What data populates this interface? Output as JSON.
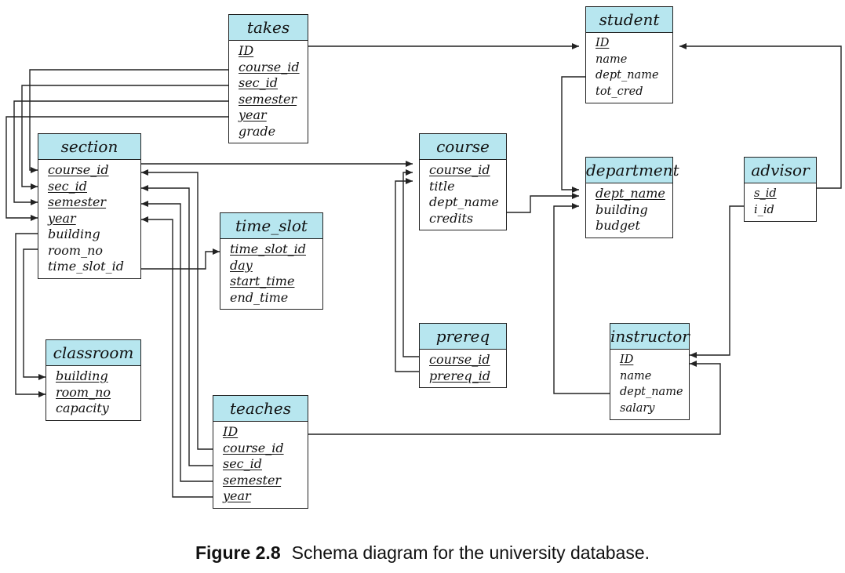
{
  "tables": {
    "takes": {
      "name": "takes",
      "attrs": [
        {
          "text": "ID",
          "pk": true
        },
        {
          "text": "course_id",
          "pk": true
        },
        {
          "text": "sec_id",
          "pk": true
        },
        {
          "text": "semester",
          "pk": true
        },
        {
          "text": "year",
          "pk": true
        },
        {
          "text": "grade",
          "pk": false
        }
      ]
    },
    "student": {
      "name": "student",
      "attrs": [
        {
          "text": "ID",
          "pk": true
        },
        {
          "text": "name",
          "pk": false
        },
        {
          "text": "dept_name",
          "pk": false
        },
        {
          "text": "tot_cred",
          "pk": false
        }
      ]
    },
    "section": {
      "name": "section",
      "attrs": [
        {
          "text": "course_id",
          "pk": true
        },
        {
          "text": "sec_id",
          "pk": true
        },
        {
          "text": "semester",
          "pk": true
        },
        {
          "text": "year",
          "pk": true
        },
        {
          "text": "building",
          "pk": false
        },
        {
          "text": "room_no",
          "pk": false
        },
        {
          "text": "time_slot_id",
          "pk": false
        }
      ]
    },
    "course": {
      "name": "course",
      "attrs": [
        {
          "text": "course_id",
          "pk": true
        },
        {
          "text": "title",
          "pk": false
        },
        {
          "text": "dept_name",
          "pk": false
        },
        {
          "text": "credits",
          "pk": false
        }
      ]
    },
    "department": {
      "name": "department",
      "attrs": [
        {
          "text": "dept_name",
          "pk": true
        },
        {
          "text": "building",
          "pk": false
        },
        {
          "text": "budget",
          "pk": false
        }
      ]
    },
    "advisor": {
      "name": "advisor",
      "attrs": [
        {
          "text": "s_id",
          "pk": true
        },
        {
          "text": "i_id",
          "pk": false
        }
      ]
    },
    "time_slot": {
      "name": "time_slot",
      "attrs": [
        {
          "text": "time_slot_id",
          "pk": true
        },
        {
          "text": "day",
          "pk": true
        },
        {
          "text": "start_time",
          "pk": true
        },
        {
          "text": "end_time",
          "pk": false
        }
      ]
    },
    "classroom": {
      "name": "classroom",
      "attrs": [
        {
          "text": "building",
          "pk": true
        },
        {
          "text": "room_no",
          "pk": true
        },
        {
          "text": "capacity",
          "pk": false
        }
      ]
    },
    "prereq": {
      "name": "prereq",
      "attrs": [
        {
          "text": "course_id",
          "pk": true
        },
        {
          "text": "prereq_id",
          "pk": true
        }
      ]
    },
    "instructor": {
      "name": "instructor",
      "attrs": [
        {
          "text": "ID",
          "pk": true
        },
        {
          "text": "name",
          "pk": false
        },
        {
          "text": "dept_name",
          "pk": false
        },
        {
          "text": "salary",
          "pk": false
        }
      ]
    },
    "teaches": {
      "name": "teaches",
      "attrs": [
        {
          "text": "ID",
          "pk": true
        },
        {
          "text": "course_id",
          "pk": true
        },
        {
          "text": "sec_id",
          "pk": true
        },
        {
          "text": "semester",
          "pk": true
        },
        {
          "text": "year",
          "pk": true
        }
      ]
    }
  },
  "caption": {
    "label": "Figure 2.8",
    "text": "Schema diagram for the university database."
  },
  "colors": {
    "header_fill": "#b7e6ef",
    "line": "#222222"
  }
}
